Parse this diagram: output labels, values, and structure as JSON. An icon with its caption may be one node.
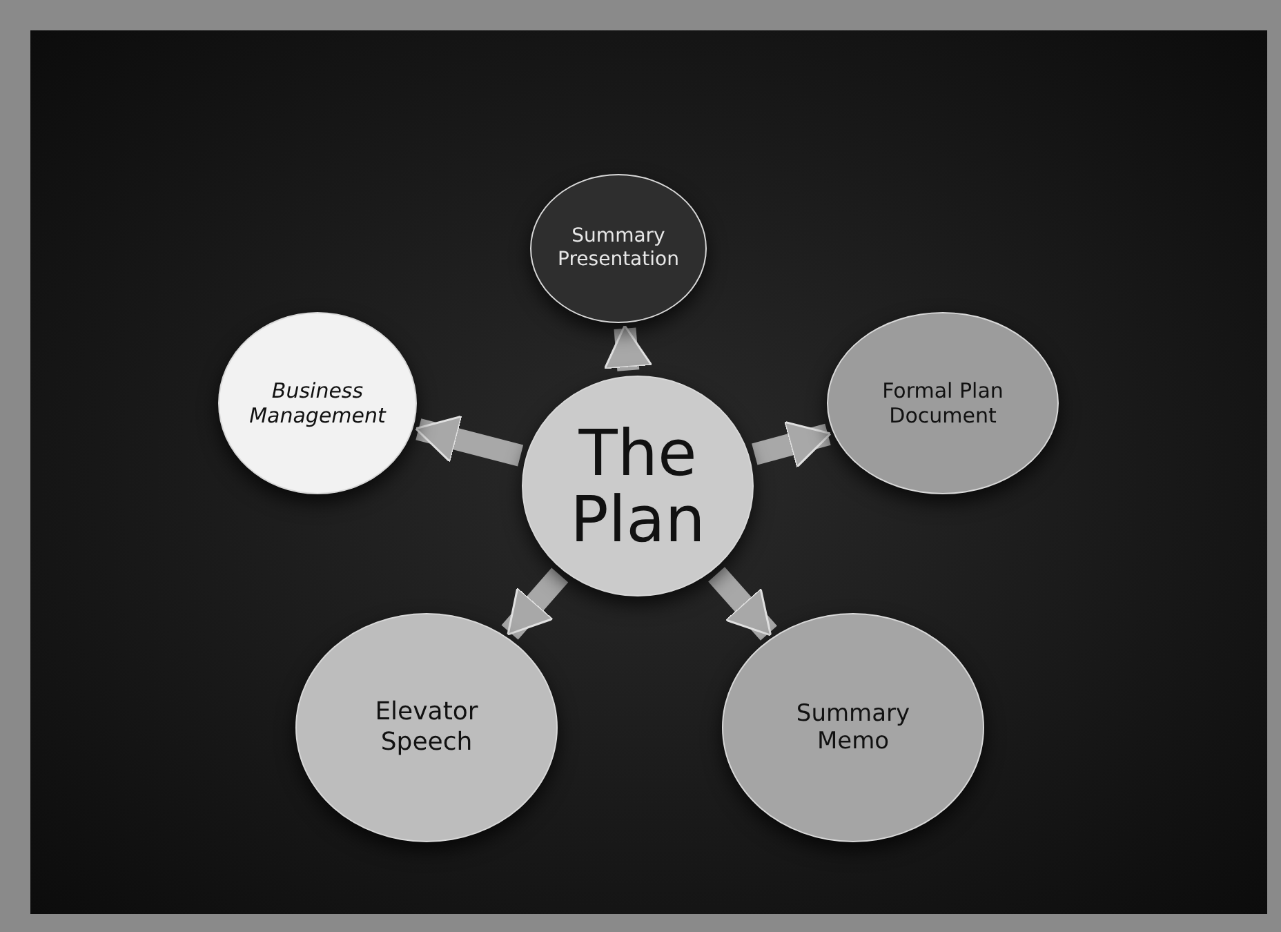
{
  "diagram": {
    "nodes": [
      {
        "text": [
          "Summary Presentation"
        ]
      },
      {
        "text": [
          "Business Management"
        ]
      },
      {
        "text": [
          "Formal Plan Document"
        ]
      },
      {
        "text": [
          "The Plan"
        ]
      },
      {
        "text": [
          "Elevator Speech"
        ]
      },
      {
        "text": [
          "Summary Memo"
        ]
      }
    ],
    "edges": [
      {
        "from": 3,
        "to": 0,
        "arrow": "to"
      },
      {
        "from": 3,
        "to": 1,
        "arrow": "to"
      },
      {
        "from": 3,
        "to": 2,
        "arrow": "to"
      },
      {
        "from": 3,
        "to": 4,
        "arrow": "to"
      },
      {
        "from": 3,
        "to": 5,
        "arrow": "to"
      }
    ]
  }
}
